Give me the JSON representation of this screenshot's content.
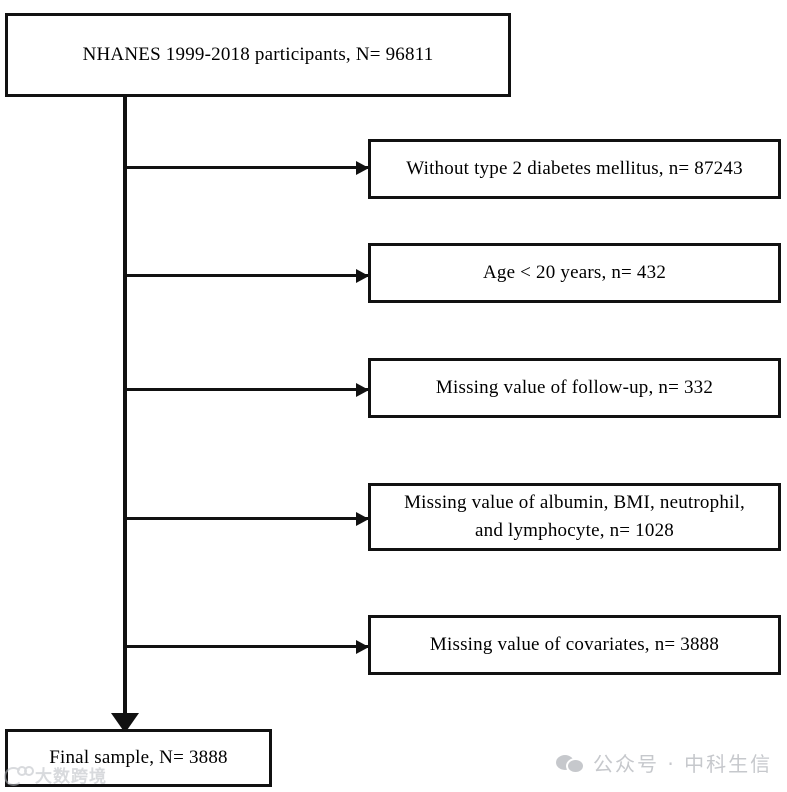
{
  "chart_data": {
    "type": "diagram",
    "title": "NHANES participant selection flow diagram",
    "nodes": [
      {
        "id": "source",
        "label": "NHANES 1999-2018 participants, N= 96811",
        "n": 96811
      },
      {
        "id": "exclusion_1",
        "label": "Without type 2 diabetes mellitus, n= 87243",
        "n": 87243
      },
      {
        "id": "exclusion_2",
        "label": "Age < 20 years, n= 432",
        "n": 432
      },
      {
        "id": "exclusion_3",
        "label": "Missing value of follow-up, n= 332",
        "n": 332
      },
      {
        "id": "exclusion_4",
        "label": "Missing value of albumin, BMI, neutrophil, and lymphocyte, n= 1028",
        "n": 1028
      },
      {
        "id": "exclusion_5",
        "label": "Missing value of covariates, n= 3888",
        "n": 3888
      },
      {
        "id": "final",
        "label": "Final sample, N= 3888",
        "n": 3888
      }
    ],
    "edges": [
      {
        "from": "source",
        "to": "exclusion_1",
        "type": "exclusion-arrow"
      },
      {
        "from": "source",
        "to": "exclusion_2",
        "type": "exclusion-arrow"
      },
      {
        "from": "source",
        "to": "exclusion_3",
        "type": "exclusion-arrow"
      },
      {
        "from": "source",
        "to": "exclusion_4",
        "type": "exclusion-arrow"
      },
      {
        "from": "source",
        "to": "exclusion_5",
        "type": "exclusion-arrow"
      },
      {
        "from": "source",
        "to": "final",
        "type": "flow-arrow"
      }
    ]
  },
  "flowchart": {
    "source_box": {
      "line1": "NHANES 1999-2018 participants, N= 96811"
    },
    "exclusion_boxes": [
      {
        "line1": "Without type 2 diabetes mellitus, n= 87243"
      },
      {
        "line1": "Age < 20 years, n= 432"
      },
      {
        "line1": "Missing value of follow-up, n= 332"
      },
      {
        "line1": "Missing value of albumin, BMI, neutrophil,",
        "line2": "and lymphocyte, n= 1028"
      },
      {
        "line1": "Missing value of covariates, n= 3888"
      }
    ],
    "final_box": {
      "line1": "Final sample, N= 3888"
    }
  },
  "watermarks": {
    "left": {
      "text": "大数跨境",
      "color": "#b9bcc2"
    },
    "right": {
      "text": "公众号 · 中科生信",
      "color": "#c6c8cc"
    }
  },
  "colors": {
    "stroke": "#111111",
    "background": "#ffffff"
  }
}
